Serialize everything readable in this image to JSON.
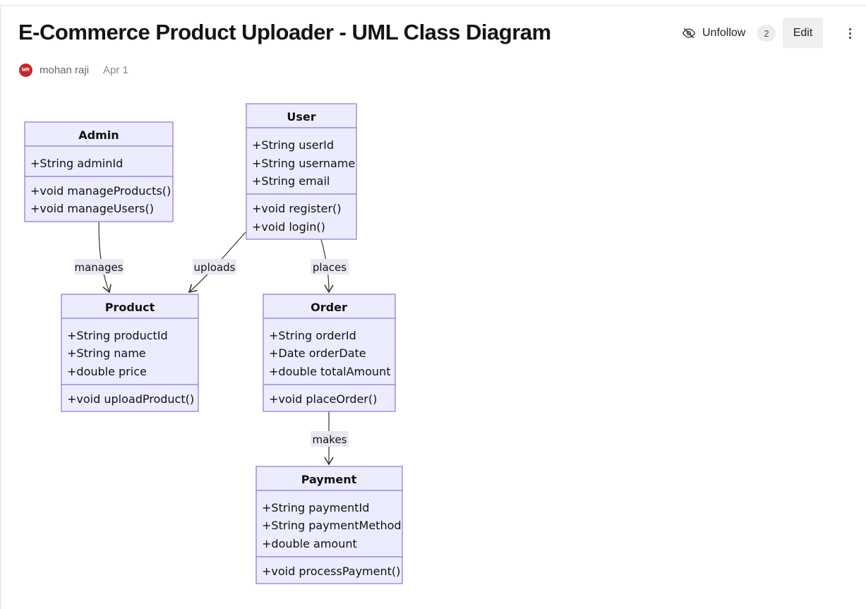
{
  "page": {
    "title": "E-Commerce Product Uploader - UML Class Diagram",
    "author_initials": "MR",
    "author_name": "mohan raji",
    "date": "Apr 1"
  },
  "toolbar": {
    "unfollow_label": "Unfollow",
    "follower_count": "2",
    "edit_label": "Edit"
  },
  "icons": {
    "unfollow": "eye-slash-icon",
    "more": "vertical-ellipsis-icon",
    "arrow": "arrowhead-icon"
  },
  "colors": {
    "class_fill": "#ececff",
    "class_stroke": "#9370db",
    "edge": "#333333",
    "avatar": "#c62828"
  },
  "diagram": {
    "classes": [
      {
        "name": "Admin",
        "attributes": [
          "+String adminId"
        ],
        "methods": [
          "+void manageProducts()",
          "+void manageUsers()"
        ]
      },
      {
        "name": "User",
        "attributes": [
          "+String userId",
          "+String username",
          "+String email"
        ],
        "methods": [
          "+void register()",
          "+void login()"
        ]
      },
      {
        "name": "Product",
        "attributes": [
          "+String productId",
          "+String name",
          "+double price"
        ],
        "methods": [
          "+void uploadProduct()"
        ]
      },
      {
        "name": "Order",
        "attributes": [
          "+String orderId",
          "+Date orderDate",
          "+double totalAmount"
        ],
        "methods": [
          "+void placeOrder()"
        ]
      },
      {
        "name": "Payment",
        "attributes": [
          "+String paymentId",
          "+String paymentMethod",
          "+double amount"
        ],
        "methods": [
          "+void processPayment()"
        ]
      }
    ],
    "relations": [
      {
        "from": "Admin",
        "to": "Product",
        "label": "manages"
      },
      {
        "from": "User",
        "to": "Product",
        "label": "uploads"
      },
      {
        "from": "User",
        "to": "Order",
        "label": "places"
      },
      {
        "from": "Order",
        "to": "Payment",
        "label": "makes"
      }
    ]
  }
}
